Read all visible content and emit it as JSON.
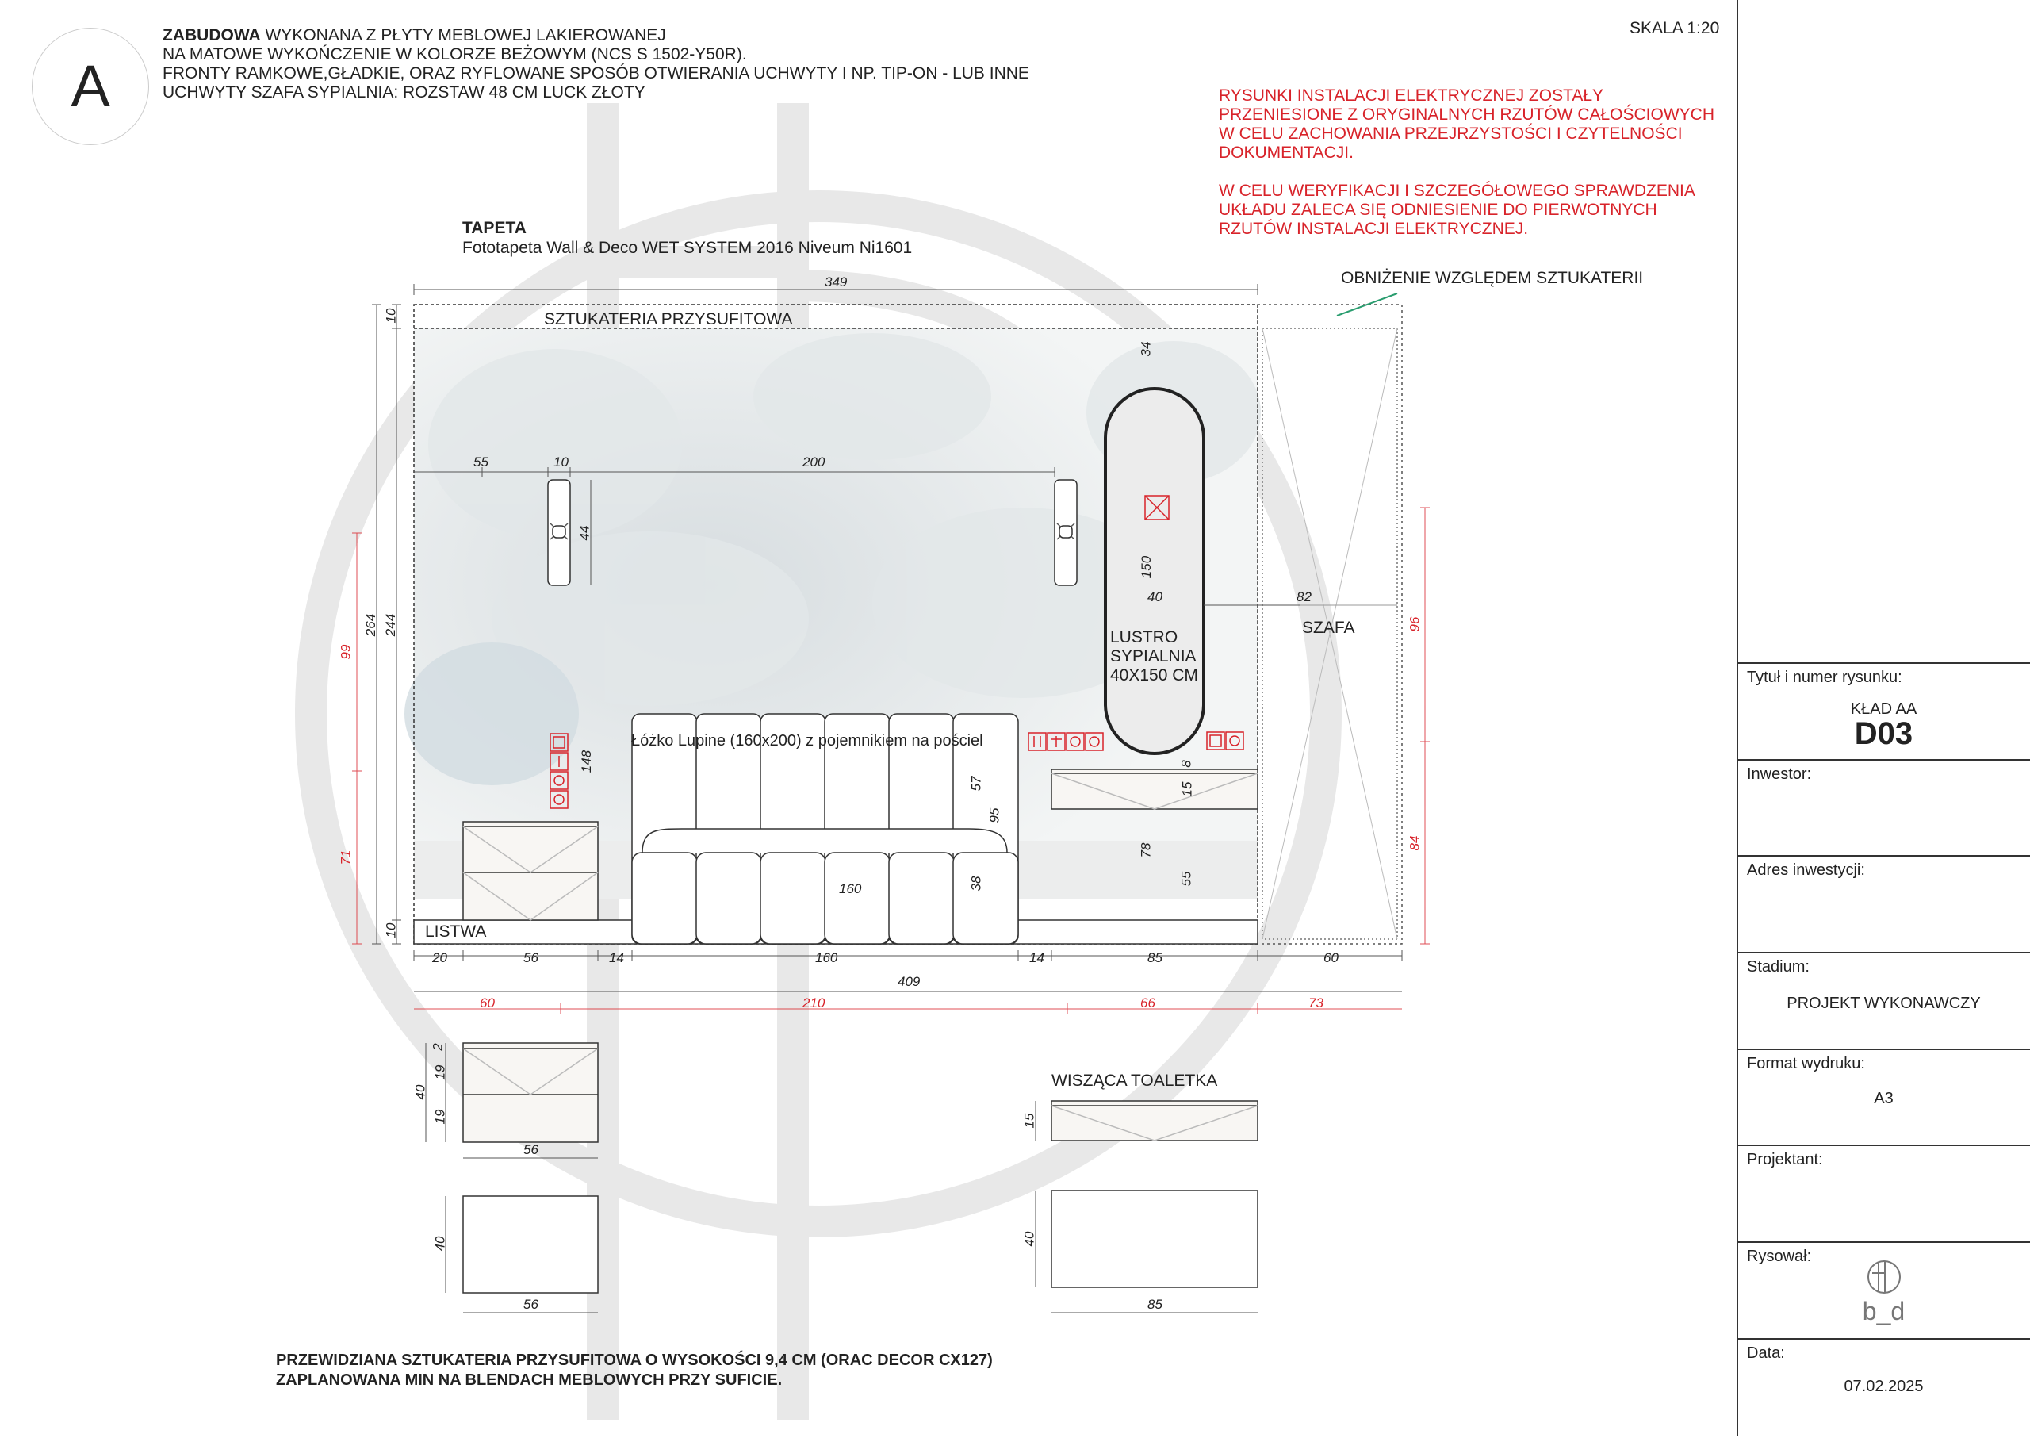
{
  "header": {
    "section_letter": "A",
    "lines": [
      {
        "bold": "ZABUDOWA",
        "text": " WYKONANA Z PŁYTY MEBLOWEJ LAKIEROWANEJ"
      },
      {
        "bold": "",
        "text": "NA MATOWE WYKOŃCZENIE W KOLORZE BEŻOWYM (NCS S 1502-Y50R)."
      },
      {
        "bold": "",
        "text": "FRONTY RAMKOWE,GŁADKIE, ORAZ RYFLOWANE SPOSÓB OTWIERANIA UCHWYTY I NP. TIP-ON - LUB INNE"
      },
      {
        "bold": "",
        "text": "UCHWYTY SZAFA SYPIALNIA: ROZSTAW 48 CM LUCK ZŁOTY"
      }
    ],
    "scale": "SKALA 1:20"
  },
  "electric_note": [
    "RYSUNKI INSTALACJI ELEKTRYCZNEJ ZOSTAŁY",
    "PRZENIESIONE Z ORYGINALNYCH RZUTÓW CAŁOŚCIOWYCH",
    "W CELU ZACHOWANIA PRZEJRZYSTOŚCI I CZYTELNOŚCI",
    "DOKUMENTACJI.",
    "",
    "W CELU WERYFIKACJI I SZCZEGÓŁOWEGO SPRAWDZENIA",
    "UKŁADU ZALECA SIĘ ODNIESIENIE DO PIERWOTNYCH",
    "RZUTÓW INSTALACJI ELEKTRYCZNEJ."
  ],
  "wallpaper": {
    "title": "TAPETA",
    "desc": "Fototapeta Wall & Deco WET SYSTEM 2016 Niveum Ni1601"
  },
  "labels": {
    "cornice": "SZTUKATERIA PRZYSUFITOWA",
    "lowering": "OBNIŻENIE WZGLĘDEM SZTUKATERII",
    "skirting": "LISTWA",
    "wardrobe": "SZAFA",
    "mirror": [
      "LUSTRO",
      "SYPIALNIA",
      "40X150 CM"
    ],
    "bed": "Łóżko Lupine (160x200) z pojemnikiem na pościel",
    "vanity": "WISZĄCA TOALETKA"
  },
  "dims_black": {
    "top_total": "349",
    "d55": "55",
    "d10": "10",
    "d200": "200",
    "d34": "34",
    "d44": "44",
    "d150": "150",
    "d40": "40",
    "d82": "82",
    "d148": "148",
    "d57": "57",
    "d95": "95",
    "d8": "8",
    "d15": "15",
    "d78": "78",
    "d55b": "55",
    "d160": "160",
    "d38": "38",
    "v10top": "10",
    "v264": "264",
    "v244": "244",
    "v10bot": "10",
    "b20": "20",
    "b56": "56",
    "b14a": "14",
    "b160": "160",
    "b14b": "14",
    "b85": "85",
    "b60": "60",
    "total_409": "409"
  },
  "dims_red": {
    "r60": "60",
    "r210": "210",
    "r66": "66",
    "r73": "73",
    "v99": "99",
    "v71": "71",
    "v96": "96",
    "v84": "84"
  },
  "details": {
    "ns_2": "2",
    "ns_19a": "19",
    "ns_19b": "19",
    "ns_40": "40",
    "ns_56": "56",
    "nsp_40": "40",
    "nsp_56": "56",
    "vt_15": "15",
    "vtp_40": "40",
    "vtp_85": "85"
  },
  "bottom_note": [
    "PRZEWIDZIANA SZTUKATERIA PRZYSUFITOWA O WYSOKOŚCI 9,4 CM (ORAC DECOR CX127)",
    "ZAPLANOWANA MIN NA BLENDACH MEBLOWYCH PRZY SUFICIE."
  ],
  "title_block": {
    "title_label": "Tytuł i numer rysunku:",
    "title_sub": "KŁAD AA",
    "title_code": "D03",
    "investor_label": "Inwestor:",
    "address_label": "Adres inwestycji:",
    "stage_label": "Stadium:",
    "stage_value": "PROJEKT WYKONAWCZY",
    "format_label": "Format wydruku:",
    "format_value": "A3",
    "designer_label": "Projektant:",
    "drawn_label": "Rysował:",
    "logo_text": "b_d",
    "date_label": "Data:",
    "date_value": "07.02.2025"
  },
  "colors": {
    "red": "#d8232a",
    "line": "#333333",
    "watermark": "#e6e6e6",
    "green": "#2a9d6f"
  }
}
